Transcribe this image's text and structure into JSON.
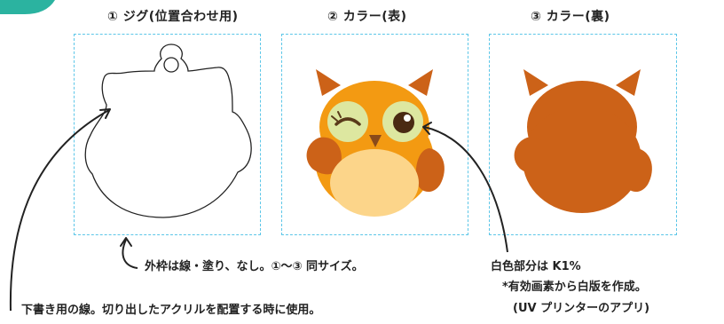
{
  "panels": {
    "jig": {
      "label": "① ジグ(位置合わせ用)"
    },
    "color_front": {
      "label": "② カラー(表)"
    },
    "color_back": {
      "label": "③ カラー(裏)"
    }
  },
  "notes": {
    "frame": "外枠は線・塗り、なし。①〜③ 同サイズ。",
    "white": {
      "line1": "白色部分は K1%",
      "line2": "*有効画素から白版を作成。",
      "line3": "(UV プリンターのアプリ)"
    },
    "sketch": "下書き用の線。切り出したアクリルを配置する時に使用。"
  },
  "colors": {
    "accent_badge": "#2bb3a0",
    "panel_border": "#5bc6e8",
    "owl_orange": "#f39a12",
    "owl_dark": "#cc6218",
    "owl_belly": "#fcd58a",
    "owl_eye_patch": "#dde7a0"
  }
}
